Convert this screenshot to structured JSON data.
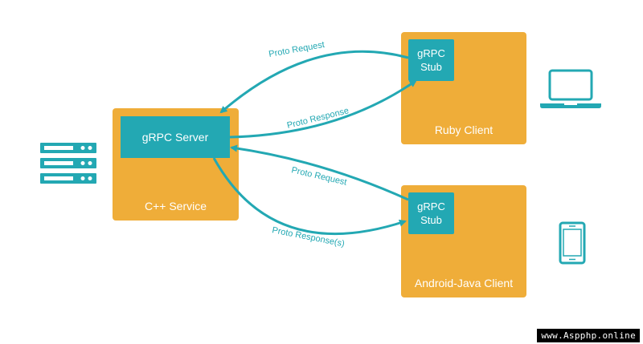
{
  "colors": {
    "box_fill": "#efad39",
    "accent": "#23a8b3",
    "text_on_box": "#ffffff"
  },
  "server": {
    "header": "gRPC Server",
    "service_label": "C++ Service",
    "icon": "server-rack-icon"
  },
  "ruby_client": {
    "stub_line1": "gRPC",
    "stub_line2": "Stub",
    "label": "Ruby Client",
    "icon": "laptop-icon"
  },
  "android_client": {
    "stub_line1": "gRPC",
    "stub_line2": "Stub",
    "label": "Android-Java Client",
    "icon": "mobile-phone-icon"
  },
  "arrows": {
    "ruby_request": "Proto Request",
    "ruby_response": "Proto Response",
    "android_request": "Proto Request",
    "android_response": "Proto Response(s)"
  },
  "watermark": "www.Aspphp.online"
}
